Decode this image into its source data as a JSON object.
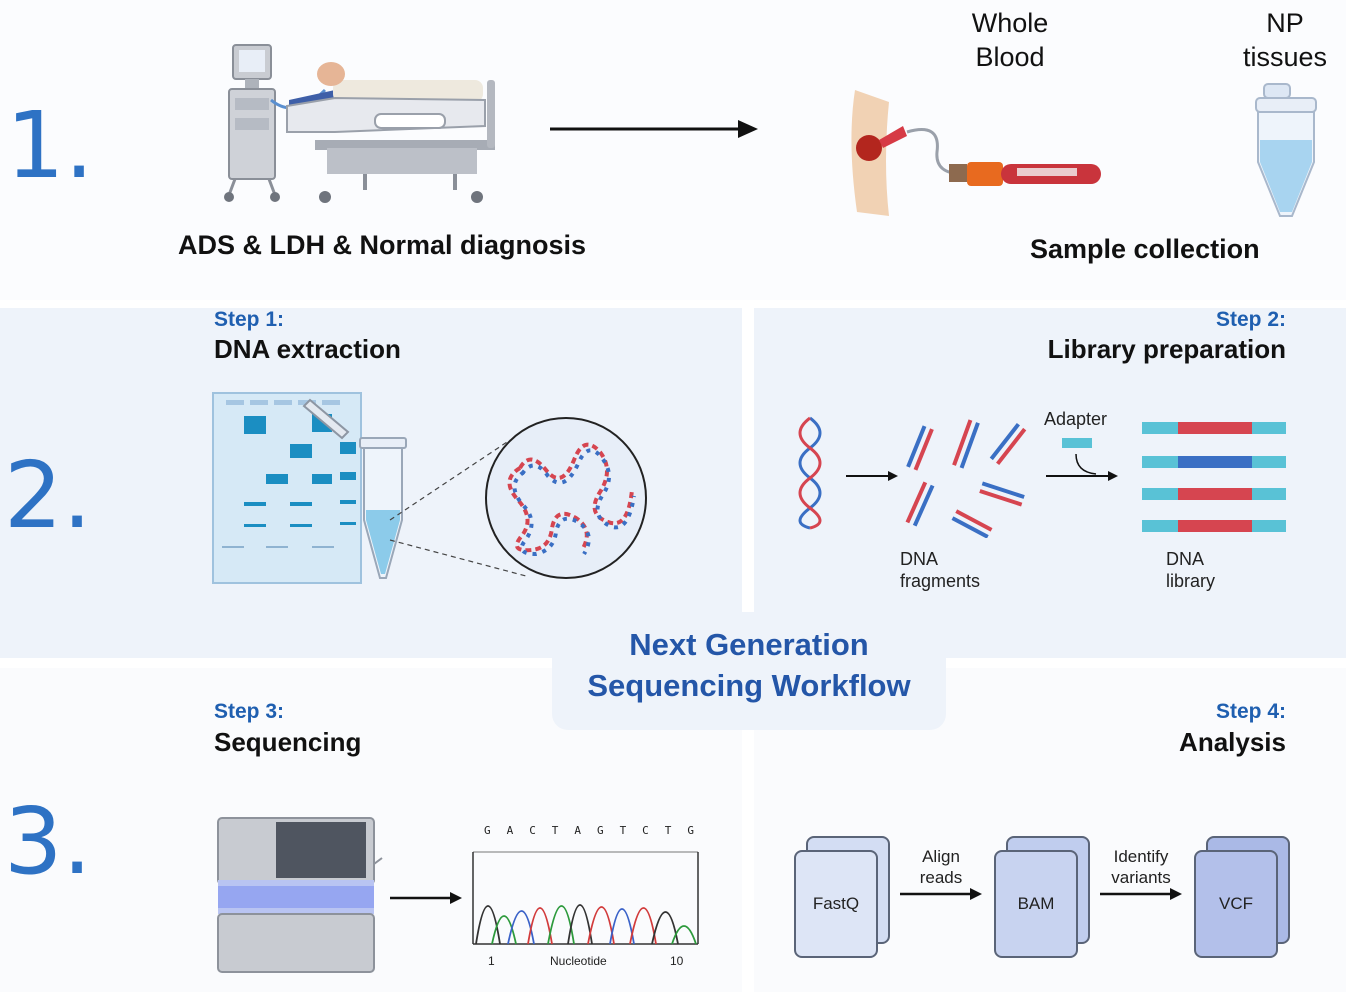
{
  "section1": {
    "number": "1.",
    "diagnosis_caption": "ADS & LDH & Normal diagnosis",
    "whole_blood_label": [
      "Whole",
      "Blood"
    ],
    "np_tissues_label": [
      "NP",
      "tissues"
    ],
    "sample_caption": "Sample collection"
  },
  "section2": {
    "number": "2.",
    "step1": {
      "label": "Step 1:",
      "title": "DNA extraction"
    },
    "step2": {
      "label": "Step 2:",
      "title": "Library preparation",
      "adapter_label": "Adapter",
      "fragments_label": [
        "DNA",
        "fragments"
      ],
      "library_label": [
        "DNA",
        "library"
      ]
    }
  },
  "center": {
    "title_lines": [
      "Next Generation",
      "Sequencing Workflow"
    ]
  },
  "section3": {
    "number": "3.",
    "step3": {
      "label": "Step 3:",
      "title": "Sequencing",
      "bases": [
        "G",
        "A",
        "C",
        "T",
        "A",
        "G",
        "T",
        "C",
        "T",
        "G"
      ],
      "axis_start": "1",
      "axis_label": "Nucleotide",
      "axis_end": "10"
    },
    "step4": {
      "label": "Step 4:",
      "title": "Analysis",
      "files": [
        "FastQ",
        "BAM",
        "VCF"
      ],
      "arrow1_label": [
        "Align",
        "reads"
      ],
      "arrow2_label": [
        "Identify",
        "variants"
      ]
    }
  },
  "colors": {
    "accent_blue": "#2e72c4",
    "step_blue": "#1f5fb0",
    "title_blue": "#2456a8",
    "dna_red": "#d64550",
    "dna_blue": "#3a6fc4",
    "gel_band": "#1b8ec2",
    "adapter": "#59c2d6",
    "trace_colors": [
      "#333333",
      "#2d9a3c",
      "#3a62c8",
      "#d23b3b"
    ],
    "file_fills": [
      "#d3ddf3",
      "#c0cdee",
      "#aab9e6"
    ]
  },
  "icons": [
    "hospital-bed-icon",
    "ventilator-icon",
    "blood-draw-icon",
    "blood-tube-icon",
    "microcentrifuge-tube-icon",
    "gel-electrophoresis-icon",
    "dna-helix-icon",
    "sequencer-icon",
    "chromatogram-icon",
    "file-stack-icon"
  ]
}
